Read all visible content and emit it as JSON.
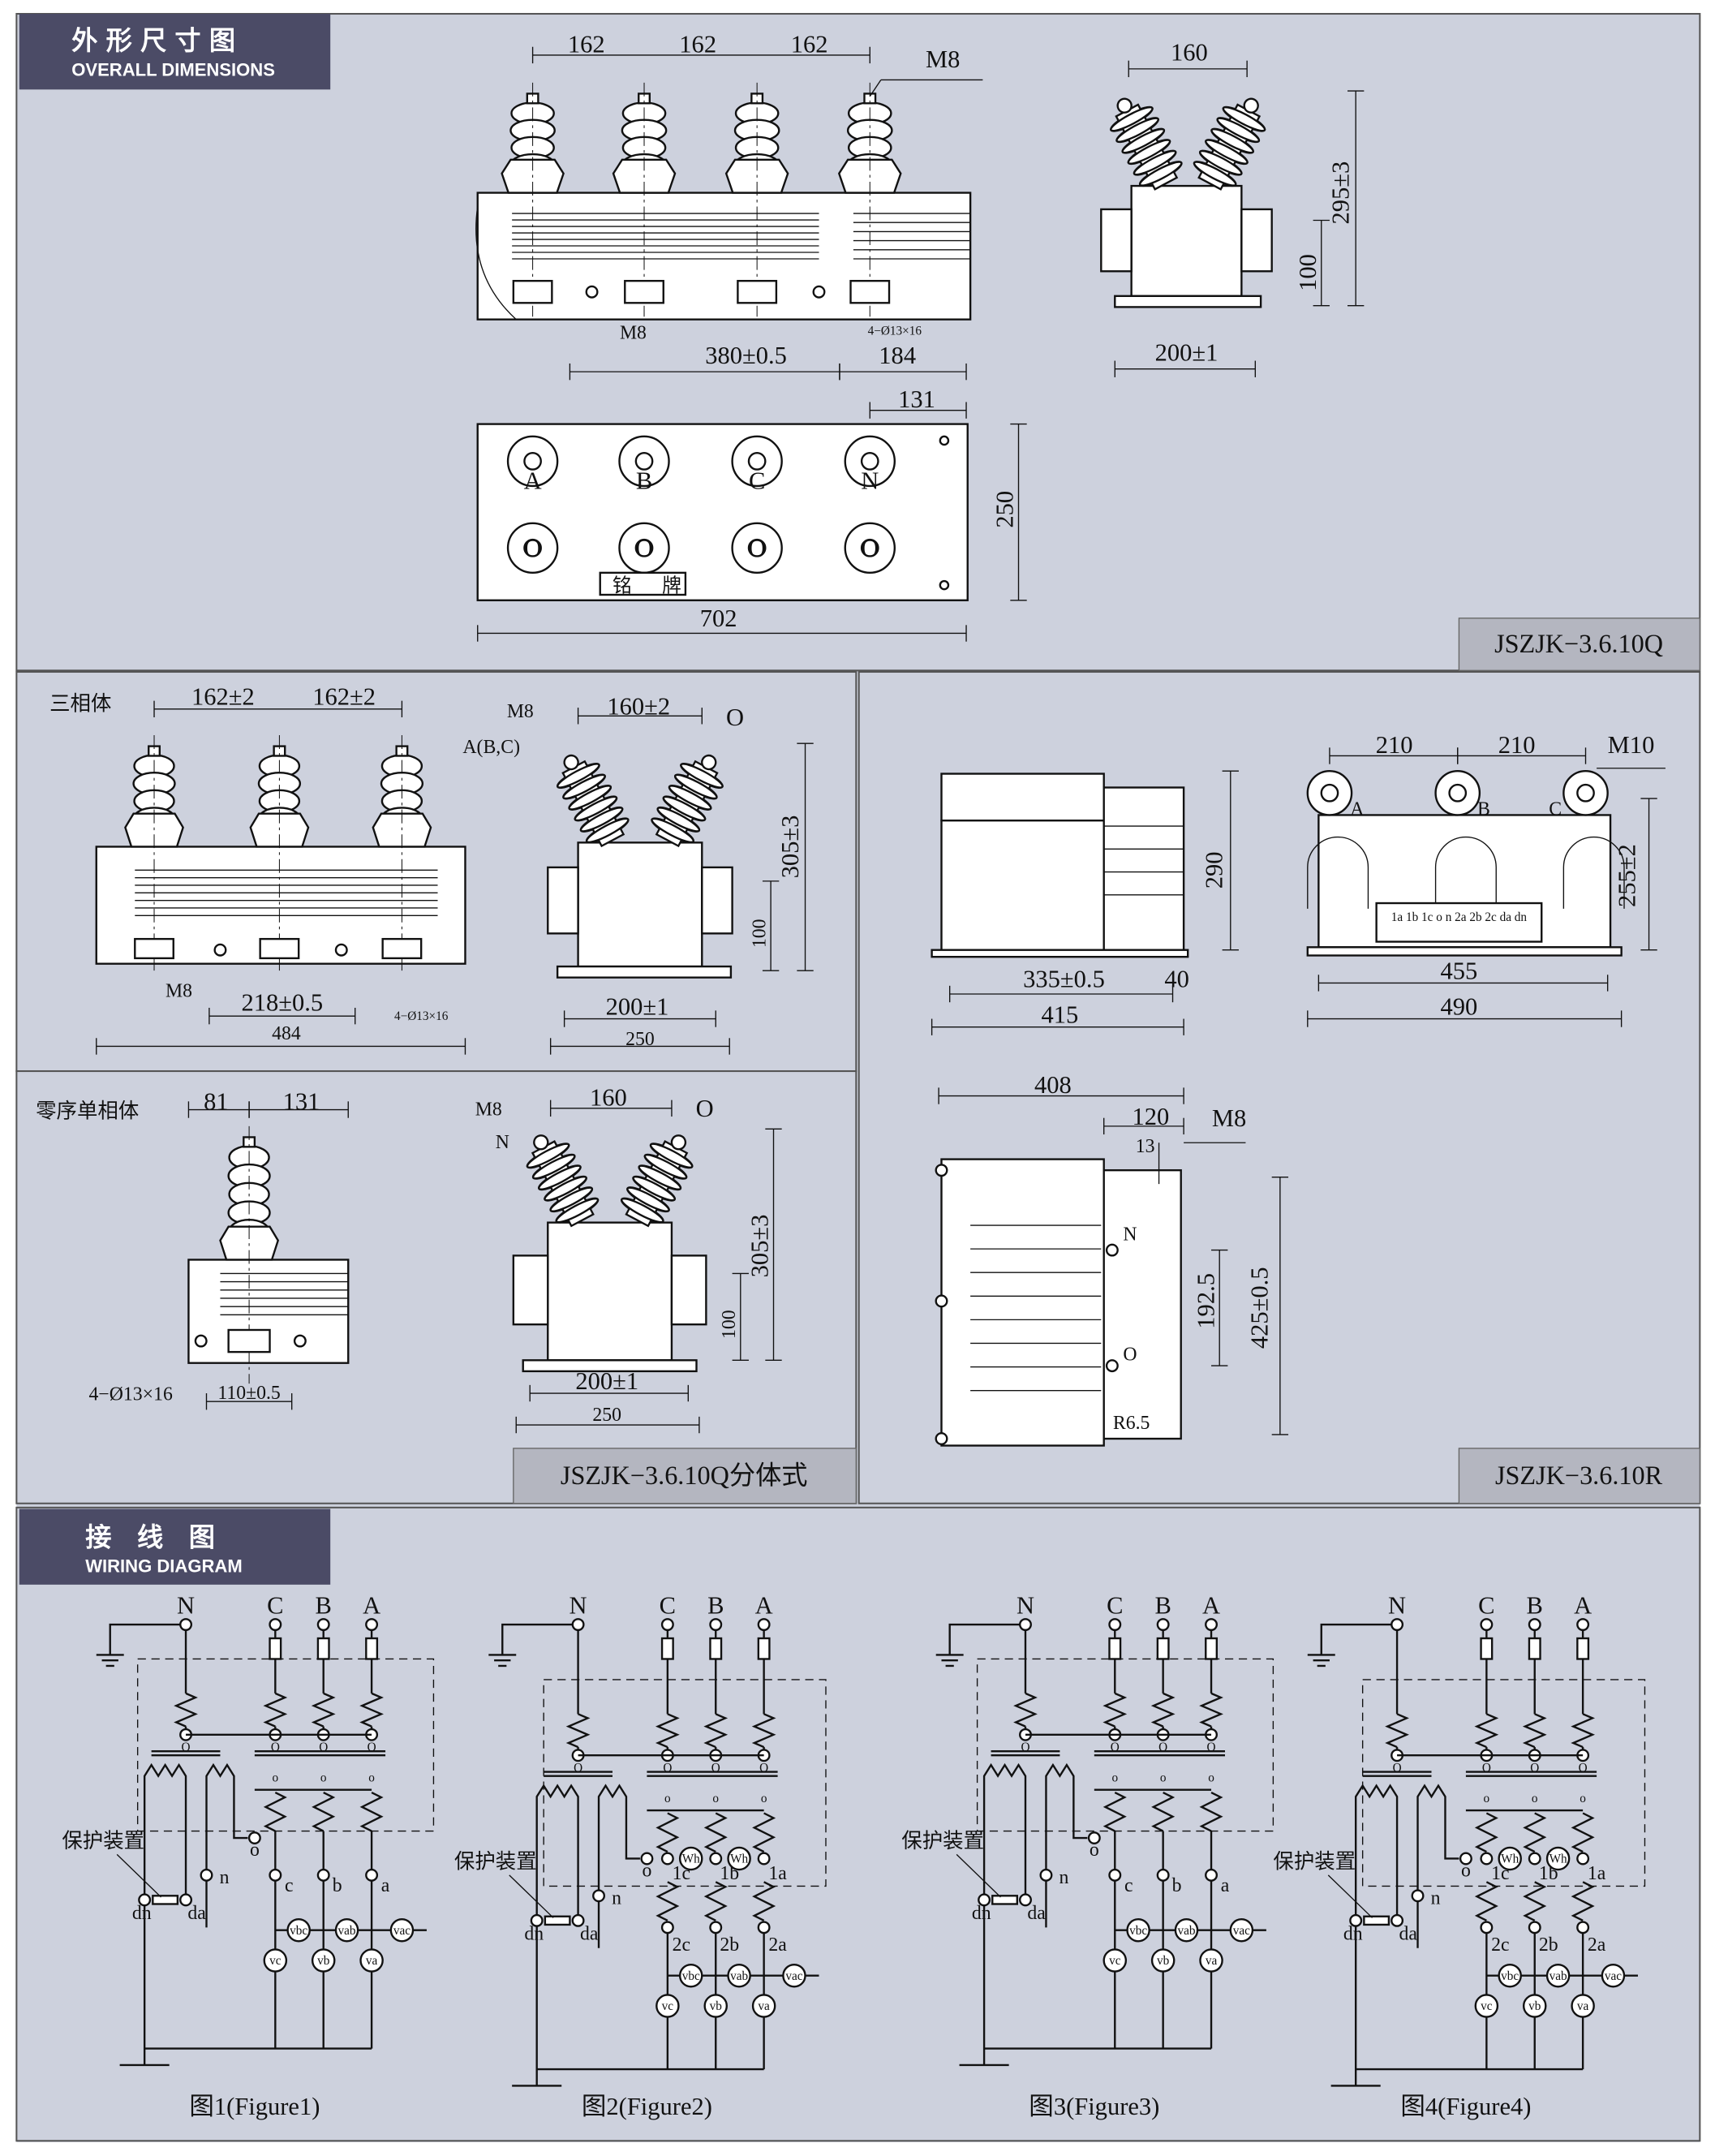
{
  "section_overall": {
    "title_cn": "外形尺寸图",
    "title_en": "OVERALL DIMENSIONS",
    "front_view": {
      "pitch1": "162",
      "pitch2": "162",
      "pitch3": "162",
      "thread_top": "M8",
      "thread_bottom": "M8",
      "mount_spacing": "380±0.5",
      "offset": "184",
      "holes": "4−Ø13×16"
    },
    "side_view": {
      "width": "160",
      "height": "295±3",
      "base_height": "100",
      "base_width": "200±1"
    },
    "top_view": {
      "offset": "131",
      "depth": "250",
      "length": "702",
      "phase_a": "A",
      "phase_b": "B",
      "phase_c": "C",
      "phase_n": "N",
      "o1": "O",
      "o2": "O",
      "o3": "O",
      "o4": "O",
      "nameplate1": "铭",
      "nameplate2": "牌"
    },
    "model": "JSZJK−3.6.10Q"
  },
  "section_three_phase": {
    "title": "三相体",
    "front_view": {
      "pitch1": "162±2",
      "pitch2": "162±2",
      "thread": "M8",
      "mount_spacing": "218±0.5",
      "length": "484",
      "holes": "4−Ø13×16"
    },
    "side_view": {
      "thread": "M8",
      "terminal": "A(B,C)",
      "width": "160±2",
      "o": "O",
      "height": "305±3",
      "base_height": "100",
      "base_width": "200±1",
      "overall": "250"
    }
  },
  "section_zero_seq": {
    "title": "零序单相体",
    "front_view": {
      "left": "81",
      "right": "131",
      "holes": "4−Ø13×16",
      "mount_spacing": "110±0.5"
    },
    "side_view": {
      "thread": "M8",
      "n": "N",
      "width": "160",
      "o": "O",
      "height": "305±3",
      "base_height": "100",
      "base_width": "200±1",
      "overall": "250"
    },
    "model": "JSZJK−3.6.10Q分体式"
  },
  "section_r": {
    "side_view": {
      "height": "290",
      "mount_spacing": "335±0.5",
      "offset": "40",
      "length": "415"
    },
    "front_view": {
      "pitch1": "210",
      "pitch2": "210",
      "thread": "M10",
      "a": "A",
      "b": "B",
      "c": "C",
      "height": "255±2",
      "mount_spacing": "455",
      "width": "490",
      "terminals": "1a 1b 1c o n   2a 2b 2c da dn"
    },
    "top_view": {
      "length": "408",
      "offset": "120",
      "small": "13",
      "thread": "M8",
      "n": "N",
      "o": "O",
      "spacing": "192.5",
      "width": "425±0.5",
      "radius": "R6.5"
    },
    "model": "JSZJK−3.6.10R"
  },
  "wiring": {
    "title_cn": "接 线 图",
    "title_en": "WIRING DIAGRAM",
    "protection_label": "保护装置",
    "figures": [
      {
        "caption": "图1(Figure1)",
        "dual": false
      },
      {
        "caption": "图2(Figure2)",
        "dual": true
      },
      {
        "caption": "图3(Figure3)",
        "dual": false
      },
      {
        "caption": "图4(Figure4)",
        "dual": true
      }
    ],
    "labels": {
      "N": "N",
      "C": "C",
      "B": "B",
      "A": "A",
      "o": "o",
      "O": "O",
      "dn": "dn",
      "da": "da",
      "n": "n",
      "a": "a",
      "b": "b",
      "c": "c",
      "1a": "1a",
      "1b": "1b",
      "1c": "1c",
      "2a": "2a",
      "2b": "2b",
      "2c": "2c",
      "Wh": "Wh",
      "va": "va",
      "vb": "vb",
      "vc": "vc",
      "vab": "vab",
      "vbc": "vbc",
      "vac": "vac"
    }
  }
}
